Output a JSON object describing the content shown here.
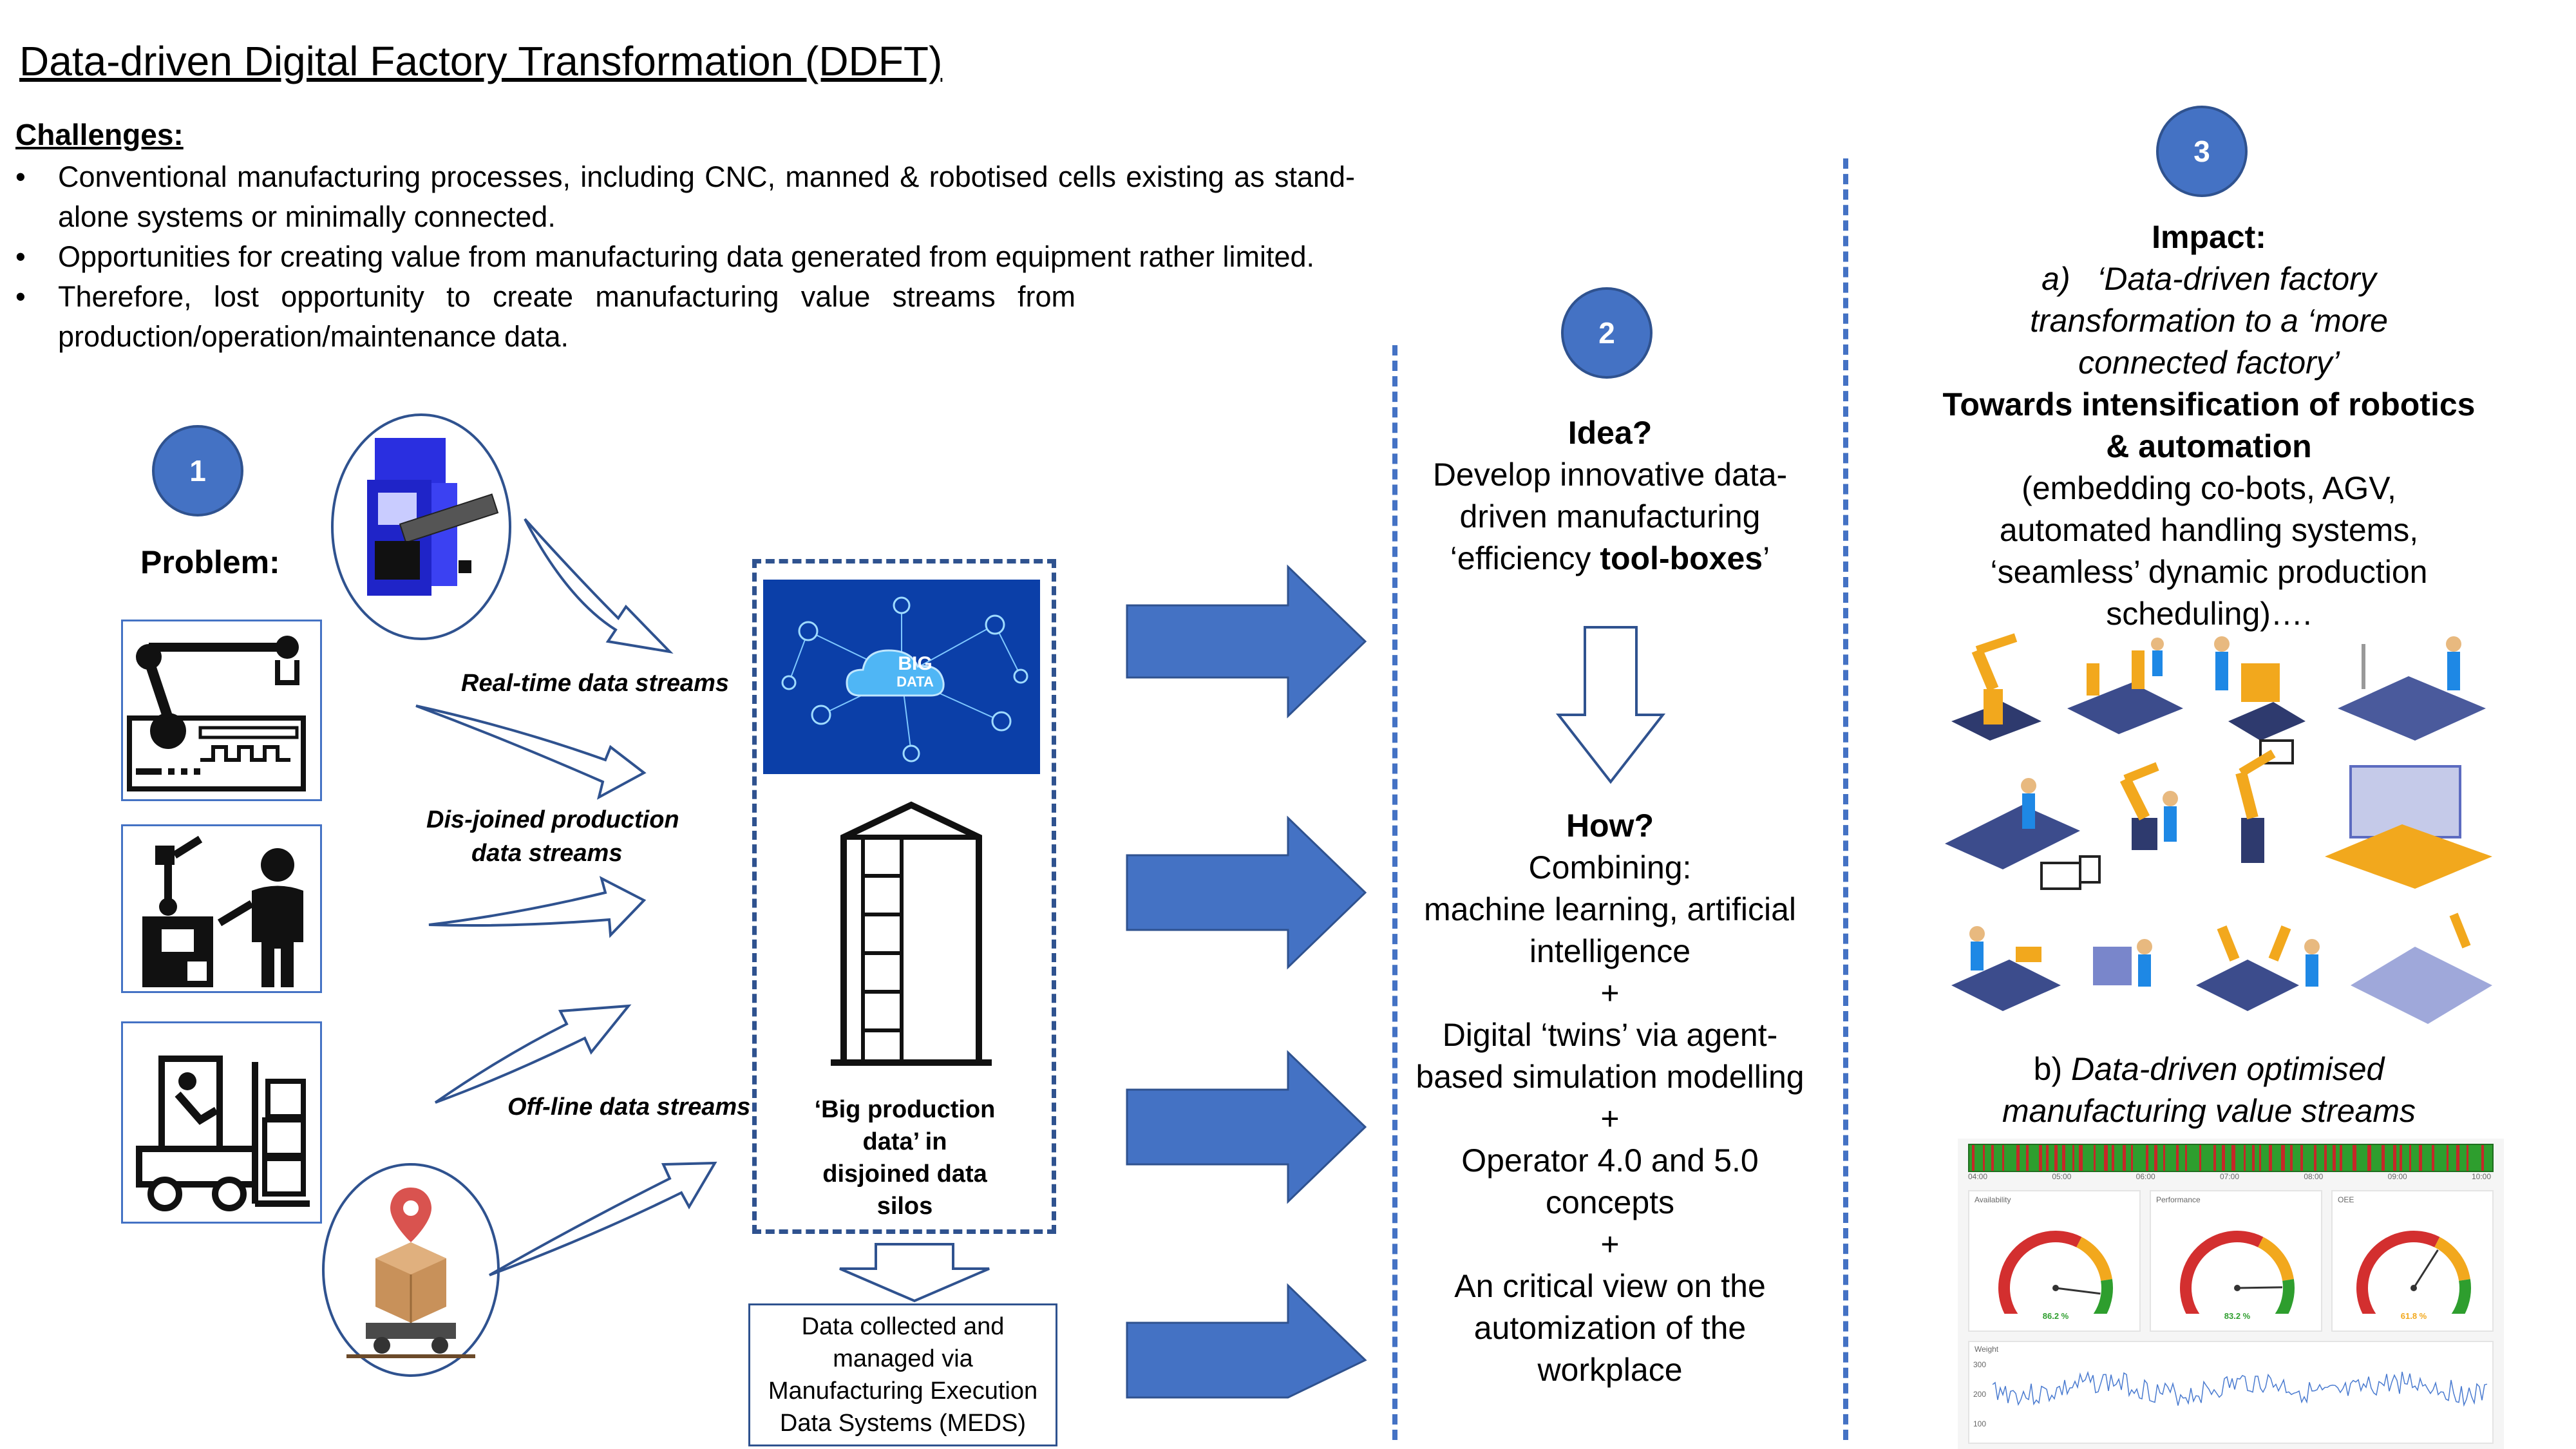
{
  "title": "Data-driven Digital Factory Transformation (DDFT)",
  "challenges": {
    "heading": "Challenges:",
    "bullets": [
      "Conventional manufacturing processes, including CNC, manned & robotised cells existing as stand-alone systems or minimally connected.",
      "Opportunities for creating value from manufacturing data generated from equipment rather limited.",
      "Therefore, lost opportunity to create manufacturing value streams from production/operation/maintenance data."
    ]
  },
  "problem": {
    "number": "1",
    "heading": "Problem:",
    "stream_labels": {
      "realtime": "Real-time data streams",
      "disjoined_1": "Dis-joined production",
      "disjoined_2": "data streams",
      "offline": "Off-line data streams"
    },
    "silo_box": {
      "big_data_1": "BIG",
      "big_data_2": "DATA",
      "label_lines": [
        "‘Big production",
        "data’ in",
        "disjoined data",
        "silos"
      ]
    },
    "meds_lines": [
      "Data collected and",
      "managed via",
      "Manufacturing Execution",
      "Data Systems (MEDS)"
    ]
  },
  "idea": {
    "number": "2",
    "heading": "Idea?",
    "lines": [
      "Develop innovative data-",
      "driven manufacturing"
    ],
    "line3_prefix": "‘efficiency ",
    "line3_bold": "tool-boxes",
    "line3_suffix": "’",
    "how_heading": "How?",
    "how_lines": [
      "Combining:",
      "machine learning, artificial",
      "intelligence",
      "+",
      "Digital ‘twins’ via agent-",
      "based simulation modelling",
      "+",
      "Operator 4.0 and 5.0",
      "concepts",
      "+",
      "An critical view on the",
      "automization of the",
      "workplace"
    ]
  },
  "impact": {
    "number": "3",
    "heading": "Impact:",
    "a_prefix": "a)",
    "a_lines": [
      "‘Data-driven factory",
      "transformation to a ‘more",
      "connected factory’"
    ],
    "bold_lines": [
      "Towards intensification of robotics",
      "& automation"
    ],
    "normal_lines": [
      "(embedding co-bots, AGV,",
      "automated handling systems,",
      "‘seamless’ dynamic production",
      "scheduling)…."
    ],
    "b_prefix": "b)",
    "b_line1": "Data-driven optimised",
    "b_line2": "manufacturing value streams"
  },
  "dashboard": {
    "timeline_ticks": [
      "04:00",
      "05:00",
      "06:00",
      "07:00",
      "08:00",
      "09:00",
      "10:00"
    ],
    "gauges": [
      {
        "label": "Availability",
        "value": "86.2 %",
        "level": 0.86
      },
      {
        "label": "Performance",
        "value": "83.2 %",
        "level": 0.83
      },
      {
        "label": "OEE",
        "value": "61.8 %",
        "level": 0.62
      }
    ],
    "gauge_ticks": [
      "0",
      "20",
      "40",
      "60",
      "80",
      "100"
    ],
    "weight_label": "Weight",
    "weight_yticks": [
      "300",
      "200",
      "100"
    ]
  },
  "colors": {
    "accent": "#4472C4",
    "accent_dark": "#2F528F",
    "big_data_bg": "#0B3FA8",
    "timeline_green": "#2E9E2E",
    "timeline_red": "#C62828"
  }
}
